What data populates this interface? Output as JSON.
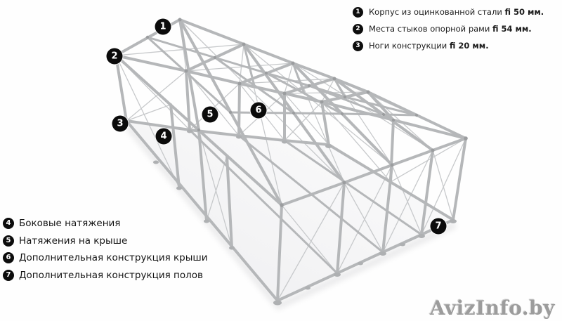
{
  "legend_right": {
    "items": [
      {
        "num": "1",
        "text": "Корпус из оцинкованной стали ",
        "bold": "fi 50 мм."
      },
      {
        "num": "2",
        "text": "Места стыков опорной рами ",
        "bold": "fi 54 мм."
      },
      {
        "num": "3",
        "text": "Ноги конструкции  ",
        "bold": "fi 20 мм."
      }
    ]
  },
  "legend_left": {
    "items": [
      {
        "num": "4",
        "text": "Боковые натяжения"
      },
      {
        "num": "5",
        "text": "Натяжения на крыше"
      },
      {
        "num": "6",
        "text": "Дополнительная конструкция крыши"
      },
      {
        "num": "7",
        "text": "Дополнительная конструкция полов"
      }
    ]
  },
  "markers": [
    {
      "n": "1"
    },
    {
      "n": "2"
    },
    {
      "n": "3"
    },
    {
      "n": "4"
    },
    {
      "n": "5"
    },
    {
      "n": "6"
    },
    {
      "n": "7"
    }
  ],
  "watermark": {
    "text": "AvizInfo.by",
    "color": "#9c9c9c"
  },
  "colors": {
    "tube": "#b5b7b9",
    "cable": "#c7c9cb",
    "marker_bg": "#0b0b0b",
    "floor_shadow": "#d9d9db"
  }
}
